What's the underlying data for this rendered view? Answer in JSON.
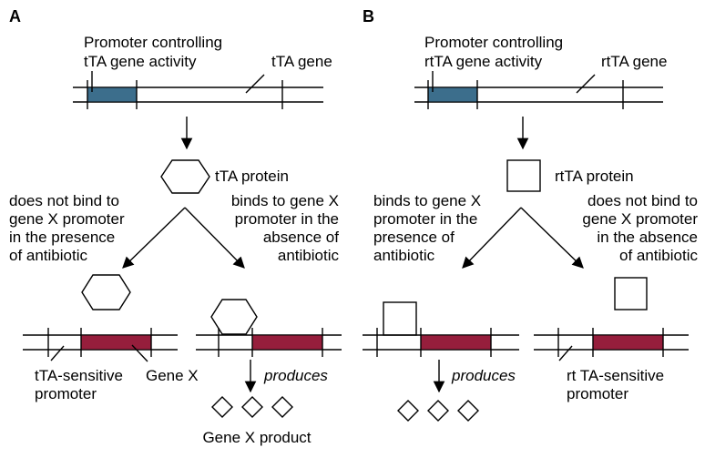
{
  "colors": {
    "promoter": "#3c6e8c",
    "gene_x": "#961e3c",
    "line": "#000000"
  },
  "panel_a": {
    "label": "A",
    "promoter_label_1": "Promoter controlling",
    "promoter_label_2": "tTA gene activity",
    "gene_label": "tTA gene",
    "protein_label": "tTA protein",
    "left_branch": [
      "does not bind to",
      "gene X promoter",
      "in the presence",
      "of antibiotic"
    ],
    "right_branch": [
      "binds to gene X",
      "promoter in the",
      "absence of",
      "antibiotic"
    ],
    "sensitive_label_1": "tTA-sensitive",
    "sensitive_label_2": "promoter",
    "gene_x_label": "Gene X",
    "produces_label": "produces",
    "product_label": "Gene X product"
  },
  "panel_b": {
    "label": "B",
    "promoter_label_1": "Promoter controlling",
    "promoter_label_2": "rtTA gene activity",
    "gene_label": "rtTA gene",
    "protein_label": "rtTA protein",
    "left_branch": [
      "binds to gene X",
      "promoter in the",
      "presence of",
      "antibiotic"
    ],
    "right_branch": [
      "does not bind to",
      "gene X promoter",
      "in the absence",
      "of antibiotic"
    ],
    "produces_label": "produces",
    "sensitive_label_1": "rt TA-sensitive",
    "sensitive_label_2": "promoter"
  }
}
